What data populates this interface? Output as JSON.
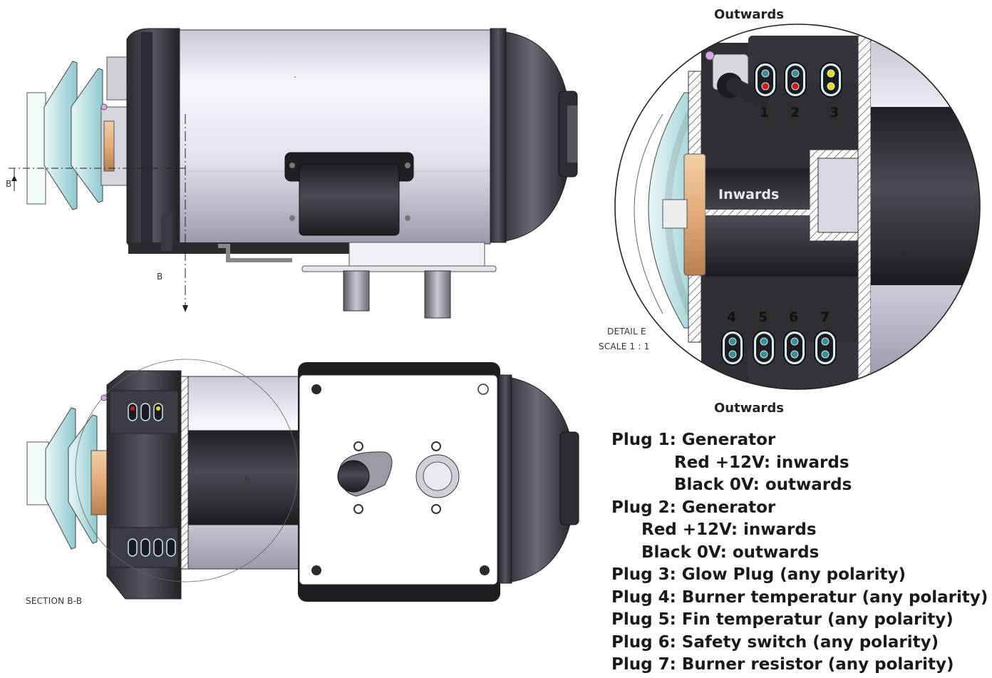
{
  "labels": {
    "outwards_top": "Outwards",
    "outwards_bottom": "Outwards",
    "inwards": "Inwards",
    "detail_title": "DETAIL E",
    "detail_scale": "SCALE 1 : 1",
    "section_title": "SECTION B-B",
    "section_marker_left": "B",
    "section_marker_bottom": "B",
    "detail_marker": "E"
  },
  "plug_numbers_top": [
    "1",
    "2",
    "3"
  ],
  "plug_numbers_bottom": [
    "4",
    "5",
    "6",
    "7"
  ],
  "legend": [
    {
      "text": "Plug 1: Generator",
      "indent": 0
    },
    {
      "text": "Red +12V:  inwards",
      "indent": 1
    },
    {
      "text": "Black 0V: outwards",
      "indent": 1
    },
    {
      "text": "Plug 2: Generator",
      "indent": 0
    },
    {
      "text": "Red +12V:  inwards",
      "indent": 2
    },
    {
      "text": "Black 0V: outwards",
      "indent": 2
    },
    {
      "text": "Plug 3: Glow Plug (any polarity)",
      "indent": 0
    },
    {
      "text": "Plug 4: Burner temperatur (any polarity)",
      "indent": 0
    },
    {
      "text": "Plug 5: Fin temperatur (any polarity)",
      "indent": 0
    },
    {
      "text": "Plug 6: Safety switch (any polarity)",
      "indent": 0
    },
    {
      "text": "Plug 7: Burner resistor (any polarity)",
      "indent": 0
    }
  ],
  "colors": {
    "body_dark": "#2e2e33",
    "body_light": "#e9e9f2",
    "fan_blue": "#bfe6ea",
    "copper": "#e2b487",
    "red_wire": "#d11b1b",
    "yellow_wire": "#e6dc1e"
  }
}
